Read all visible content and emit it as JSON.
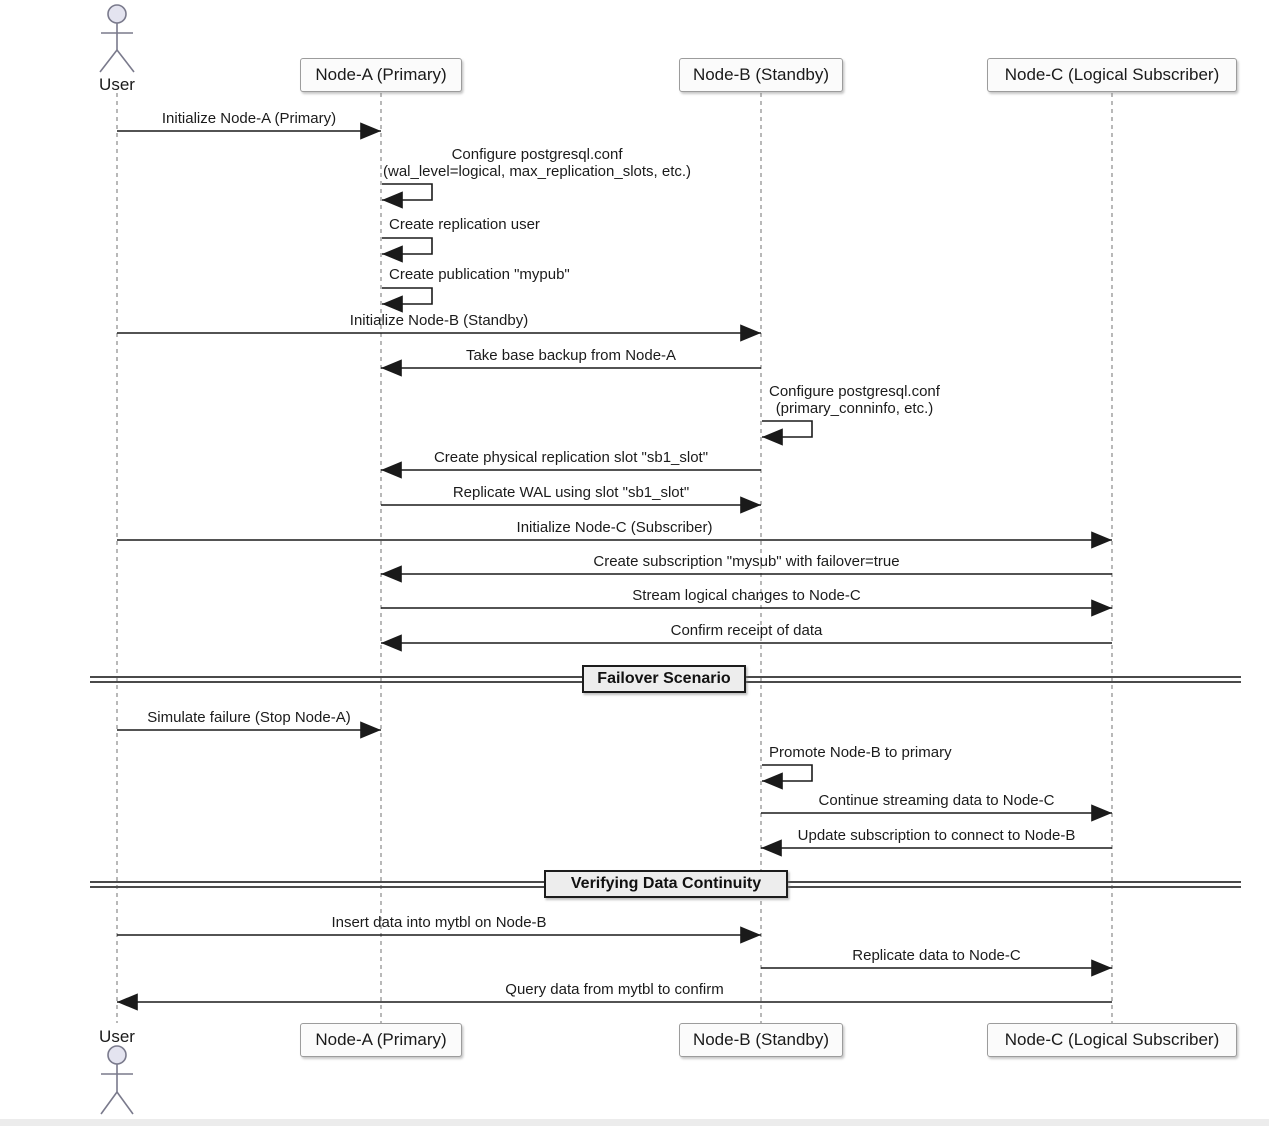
{
  "diagram": {
    "type": "sequence",
    "participants": [
      {
        "id": "user",
        "label": "User",
        "kind": "actor"
      },
      {
        "id": "node-a",
        "label": "Node-A (Primary)",
        "kind": "participant"
      },
      {
        "id": "node-b",
        "label": "Node-B (Standby)",
        "kind": "participant"
      },
      {
        "id": "node-c",
        "label": "Node-C (Logical Subscriber)",
        "kind": "participant"
      }
    ],
    "messages": [
      {
        "from": "User",
        "to": "Node-A",
        "kind": "message",
        "text": "Initialize Node-A (Primary)"
      },
      {
        "from": "Node-A",
        "to": "Node-A",
        "kind": "self",
        "text": "Configure postgresql.conf\n(wal_level=logical, max_replication_slots, etc.)"
      },
      {
        "from": "Node-A",
        "to": "Node-A",
        "kind": "self",
        "text": "Create replication user"
      },
      {
        "from": "Node-A",
        "to": "Node-A",
        "kind": "self",
        "text": "Create publication \"mypub\""
      },
      {
        "from": "User",
        "to": "Node-B",
        "kind": "message",
        "text": "Initialize Node-B (Standby)"
      },
      {
        "from": "Node-B",
        "to": "Node-A",
        "kind": "message",
        "text": "Take base backup from Node-A"
      },
      {
        "from": "Node-B",
        "to": "Node-B",
        "kind": "self",
        "text": "Configure postgresql.conf\n(primary_conninfo, etc.)"
      },
      {
        "from": "Node-B",
        "to": "Node-A",
        "kind": "message",
        "text": "Create physical replication slot \"sb1_slot\""
      },
      {
        "from": "Node-A",
        "to": "Node-B",
        "kind": "message",
        "text": "Replicate WAL using slot \"sb1_slot\""
      },
      {
        "from": "User",
        "to": "Node-C",
        "kind": "message",
        "text": "Initialize Node-C (Subscriber)"
      },
      {
        "from": "Node-C",
        "to": "Node-A",
        "kind": "message",
        "text": "Create subscription \"mysub\" with failover=true"
      },
      {
        "from": "Node-A",
        "to": "Node-C",
        "kind": "message",
        "text": "Stream logical changes to Node-C"
      },
      {
        "from": "Node-C",
        "to": "Node-A",
        "kind": "message",
        "text": "Confirm receipt of data"
      },
      {
        "from": "User",
        "to": "Node-A",
        "kind": "message",
        "text": "Simulate failure (Stop Node-A)"
      },
      {
        "from": "Node-B",
        "to": "Node-B",
        "kind": "self",
        "text": "Promote Node-B to primary"
      },
      {
        "from": "Node-B",
        "to": "Node-C",
        "kind": "message",
        "text": "Continue streaming data to Node-C"
      },
      {
        "from": "Node-C",
        "to": "Node-B",
        "kind": "message",
        "text": "Update subscription to connect to Node-B"
      },
      {
        "from": "User",
        "to": "Node-B",
        "kind": "message",
        "text": "Insert data into mytbl on Node-B"
      },
      {
        "from": "Node-B",
        "to": "Node-C",
        "kind": "message",
        "text": "Replicate data to Node-C"
      },
      {
        "from": "Node-C",
        "to": "User",
        "kind": "message",
        "text": "Query data from mytbl to confirm"
      }
    ],
    "dividers": [
      {
        "label": "Failover Scenario"
      },
      {
        "label": "Verifying Data Continuity"
      }
    ],
    "colors": {
      "actor_fill": "#e4e4f0",
      "actor_stroke": "#7a7a8c",
      "box_fill": "#fbfbfb",
      "box_border": "#9c9c9c",
      "lifeline": "#8a8a8a",
      "arrow": "#1a1a1a",
      "divider_fill": "#ededed",
      "text": "#1b1b1b"
    }
  }
}
